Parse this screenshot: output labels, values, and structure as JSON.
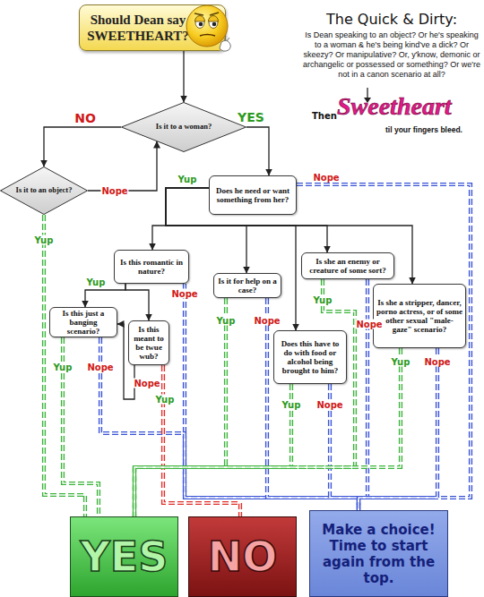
{
  "diagram": {
    "nodes": [
      {
        "text": [
          "Should Dean say SWEETHEART?"
        ]
      },
      {
        "text": [
          "Is it to a woman?"
        ]
      },
      {
        "text": [
          "Is it to an object?"
        ]
      },
      {
        "text": [
          "Does he need or want something from her?"
        ]
      },
      {
        "text": [
          "Is this romantic in nature?"
        ]
      },
      {
        "text": [
          "Is it for help on a case?"
        ]
      },
      {
        "text": [
          "Is she an enemy or creature of some sort?"
        ]
      },
      {
        "text": [
          "Is she a stripper, dancer, porno actress, or of some other sexual \"male-gaze\" scenario?"
        ]
      },
      {
        "text": [
          "Is this just a banging scenario?"
        ]
      },
      {
        "text": [
          "Is this meant to be twue wub?"
        ]
      },
      {
        "text": [
          "Does this have to do with food or alcohol being brought to him?"
        ]
      },
      {
        "text": [
          "YES"
        ]
      },
      {
        "text": [
          "NO"
        ]
      },
      {
        "text": [
          "Make a choice! Time to start again from the top."
        ]
      }
    ],
    "edges": [
      {
        "from": 0,
        "to": 1,
        "arrow": "to"
      },
      {
        "from": 1,
        "to": 2,
        "label": "NO",
        "arrow": "to"
      },
      {
        "from": 1,
        "to": 3,
        "label": "YES",
        "arrow": "to"
      },
      {
        "from": 2,
        "to": 1,
        "label": "Nope",
        "arrow": "to"
      },
      {
        "from": 2,
        "to": 11,
        "label": "Yup",
        "arrow": "none"
      },
      {
        "from": 3,
        "to": 4,
        "label": "Yup",
        "arrow": "to"
      },
      {
        "from": 3,
        "to": 5,
        "arrow": "to"
      },
      {
        "from": 3,
        "to": 10,
        "arrow": "to"
      },
      {
        "from": 3,
        "to": 6,
        "arrow": "to"
      },
      {
        "from": 3,
        "to": 7,
        "arrow": "to"
      },
      {
        "from": 3,
        "to": 13,
        "label": "Nope",
        "arrow": "none"
      },
      {
        "from": 4,
        "to": 8,
        "label": "Yup",
        "arrow": "to"
      },
      {
        "from": 4,
        "to": 9,
        "arrow": "to"
      },
      {
        "from": 4,
        "to": 13,
        "label": "Nope",
        "arrow": "none"
      },
      {
        "from": 8,
        "to": 11,
        "label": "Yup",
        "arrow": "none"
      },
      {
        "from": 8,
        "to": 13,
        "label": "Nope",
        "arrow": "none"
      },
      {
        "from": 9,
        "to": 12,
        "label": "Yup",
        "arrow": "none"
      },
      {
        "from": 9,
        "to": 8,
        "label": "Nope",
        "arrow": "to"
      },
      {
        "from": 5,
        "to": 11,
        "label": "Yup",
        "arrow": "none"
      },
      {
        "from": 5,
        "to": 13,
        "label": "Nope",
        "arrow": "none"
      },
      {
        "from": 10,
        "to": 11,
        "label": "Yup",
        "arrow": "none"
      },
      {
        "from": 10,
        "to": 13,
        "label": "Nope",
        "arrow": "none"
      },
      {
        "from": 6,
        "to": 11,
        "label": "Yup",
        "arrow": "none"
      },
      {
        "from": 6,
        "to": 13,
        "label": "Nope",
        "arrow": "none"
      },
      {
        "from": 7,
        "to": 11,
        "label": "Yup",
        "arrow": "none"
      },
      {
        "from": 7,
        "to": 13,
        "label": "Nope",
        "arrow": "none"
      }
    ],
    "labels": [
      "The Quick & Dirty:",
      "Is Dean speaking to an object? Or he's speaking to a woman & he's being kind've a dick? Or skeezy? Or manipulative? Or, y'know, demonic or archangelic or possessed or something? Or we're not in a canon scenario at all?",
      "Then",
      "Sweetheart",
      "til your fingers bleed."
    ]
  }
}
